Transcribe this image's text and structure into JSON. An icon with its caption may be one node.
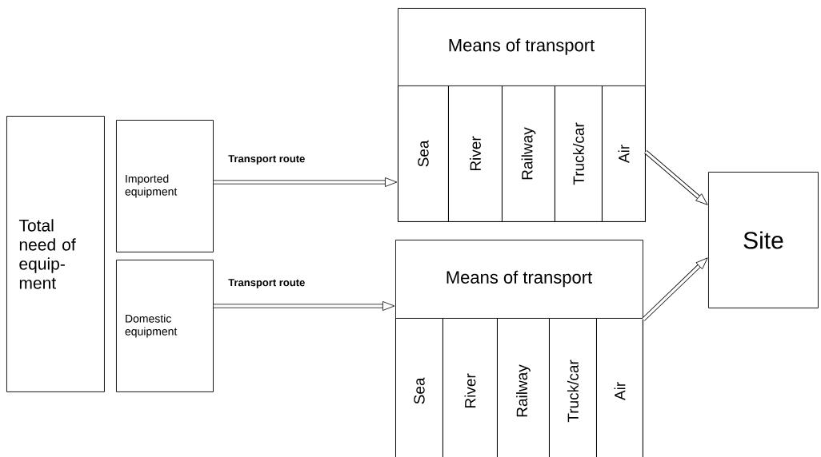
{
  "diagram": {
    "nodes": [
      {
        "text": [
          "Total need of equip- ment"
        ]
      },
      {
        "text": [
          "Imported equipment"
        ]
      },
      {
        "text": [
          "Domestic equipment"
        ]
      },
      {
        "text": [
          "Means of transport"
        ]
      },
      {
        "text": [
          "Sea"
        ],
        "in": 3
      },
      {
        "text": [
          "River"
        ],
        "in": 3
      },
      {
        "text": [
          "Railway"
        ],
        "in": 3
      },
      {
        "text": [
          "Truck/car"
        ],
        "in": 3
      },
      {
        "text": [
          "Air"
        ],
        "in": 3
      },
      {
        "text": [
          "Means of transport"
        ]
      },
      {
        "text": [
          "Sea"
        ],
        "in": 9
      },
      {
        "text": [
          "River"
        ],
        "in": 9
      },
      {
        "text": [
          "Railway"
        ],
        "in": 9
      },
      {
        "text": [
          "Truck/car"
        ],
        "in": 9
      },
      {
        "text": [
          "Air"
        ],
        "in": 9
      },
      {
        "text": [
          "Site"
        ]
      }
    ],
    "edges": [
      {
        "from": 1,
        "to": 3,
        "arrow": "to",
        "label": "Transport route"
      },
      {
        "from": 2,
        "to": 9,
        "arrow": "to",
        "label": "Transport route"
      },
      {
        "from": 3,
        "to": 15,
        "arrow": "to"
      },
      {
        "from": 9,
        "to": 15,
        "arrow": "to"
      }
    ]
  }
}
